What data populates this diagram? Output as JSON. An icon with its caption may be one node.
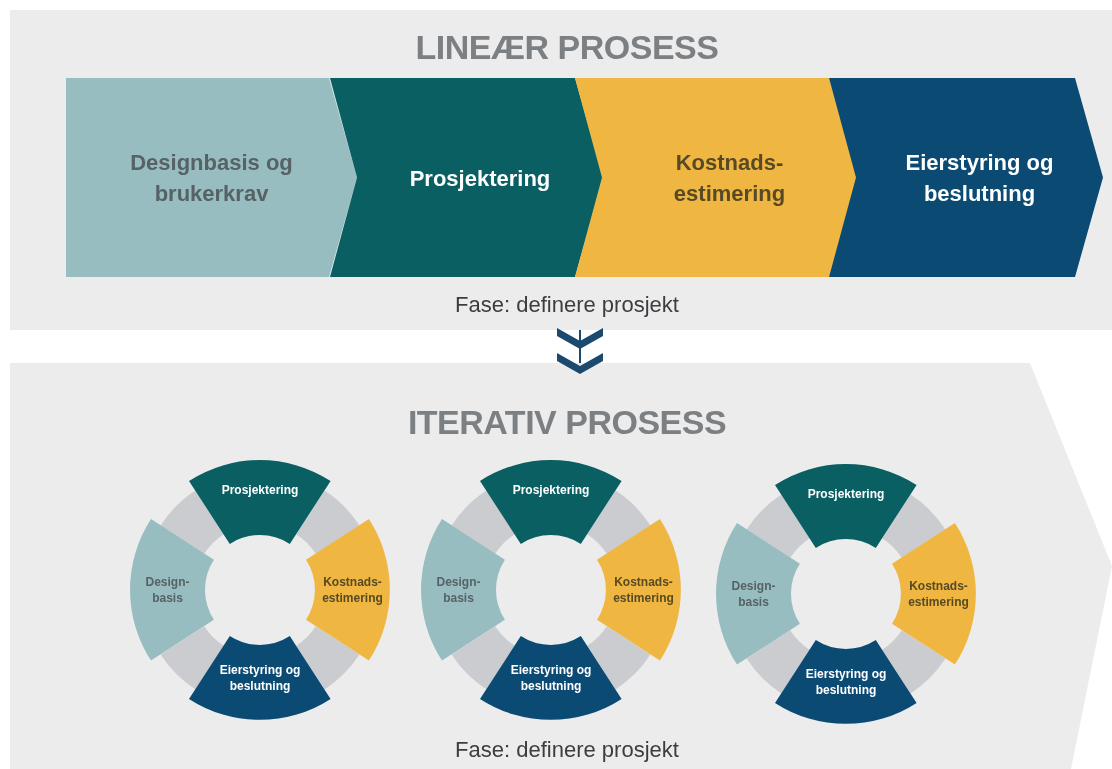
{
  "diagram": {
    "nodes": [
      {
        "text": [
          "LINEÆR PROSESS",
          "Fase: definere prosjekt"
        ]
      },
      {
        "text": [
          "Designbasis og brukerkrav"
        ],
        "in": 0
      },
      {
        "text": [
          "Prosjektering"
        ],
        "in": 0
      },
      {
        "text": [
          "Kostnads- estimering"
        ],
        "in": 0
      },
      {
        "text": [
          "Eierstyring og beslutning"
        ],
        "in": 0
      },
      {
        "text": [
          "ITERATIV PROSESS",
          "Fase: definere prosjekt"
        ]
      },
      {
        "text": [
          "Prosjektering"
        ],
        "in": 5
      },
      {
        "text": [
          "Design- basis"
        ],
        "in": 5
      },
      {
        "text": [
          "Kostnads- estimering"
        ],
        "in": 5
      },
      {
        "text": [
          "Eierstyring og beslutning"
        ],
        "in": 5
      },
      {
        "text": [
          "Prosjektering"
        ],
        "in": 5
      },
      {
        "text": [
          "Design- basis"
        ],
        "in": 5
      },
      {
        "text": [
          "Kostnads- estimering"
        ],
        "in": 5
      },
      {
        "text": [
          "Eierstyring og beslutning"
        ],
        "in": 5
      },
      {
        "text": [
          "Prosjektering"
        ],
        "in": 5
      },
      {
        "text": [
          "Design- basis"
        ],
        "in": 5
      },
      {
        "text": [
          "Kostnads- estimering"
        ],
        "in": 5
      },
      {
        "text": [
          "Eierstyring og beslutning"
        ],
        "in": 5
      }
    ],
    "edges": [
      {
        "from": 0,
        "to": 5,
        "arrow": "to",
        "color": "#1c4a6f"
      },
      {
        "from": 6,
        "to": 8,
        "arrow": "none"
      },
      {
        "from": 8,
        "to": 9,
        "arrow": "none"
      },
      {
        "from": 9,
        "to": 7,
        "arrow": "none"
      },
      {
        "from": 7,
        "to": 6,
        "arrow": "none"
      },
      {
        "from": 10,
        "to": 12,
        "arrow": "none"
      },
      {
        "from": 12,
        "to": 13,
        "arrow": "none"
      },
      {
        "from": 13,
        "to": 11,
        "arrow": "none"
      },
      {
        "from": 11,
        "to": 10,
        "arrow": "none"
      },
      {
        "from": 14,
        "to": 16,
        "arrow": "none"
      },
      {
        "from": 16,
        "to": 17,
        "arrow": "none"
      },
      {
        "from": 17,
        "to": 15,
        "arrow": "none"
      },
      {
        "from": 15,
        "to": 14,
        "arrow": "none"
      }
    ]
  }
}
